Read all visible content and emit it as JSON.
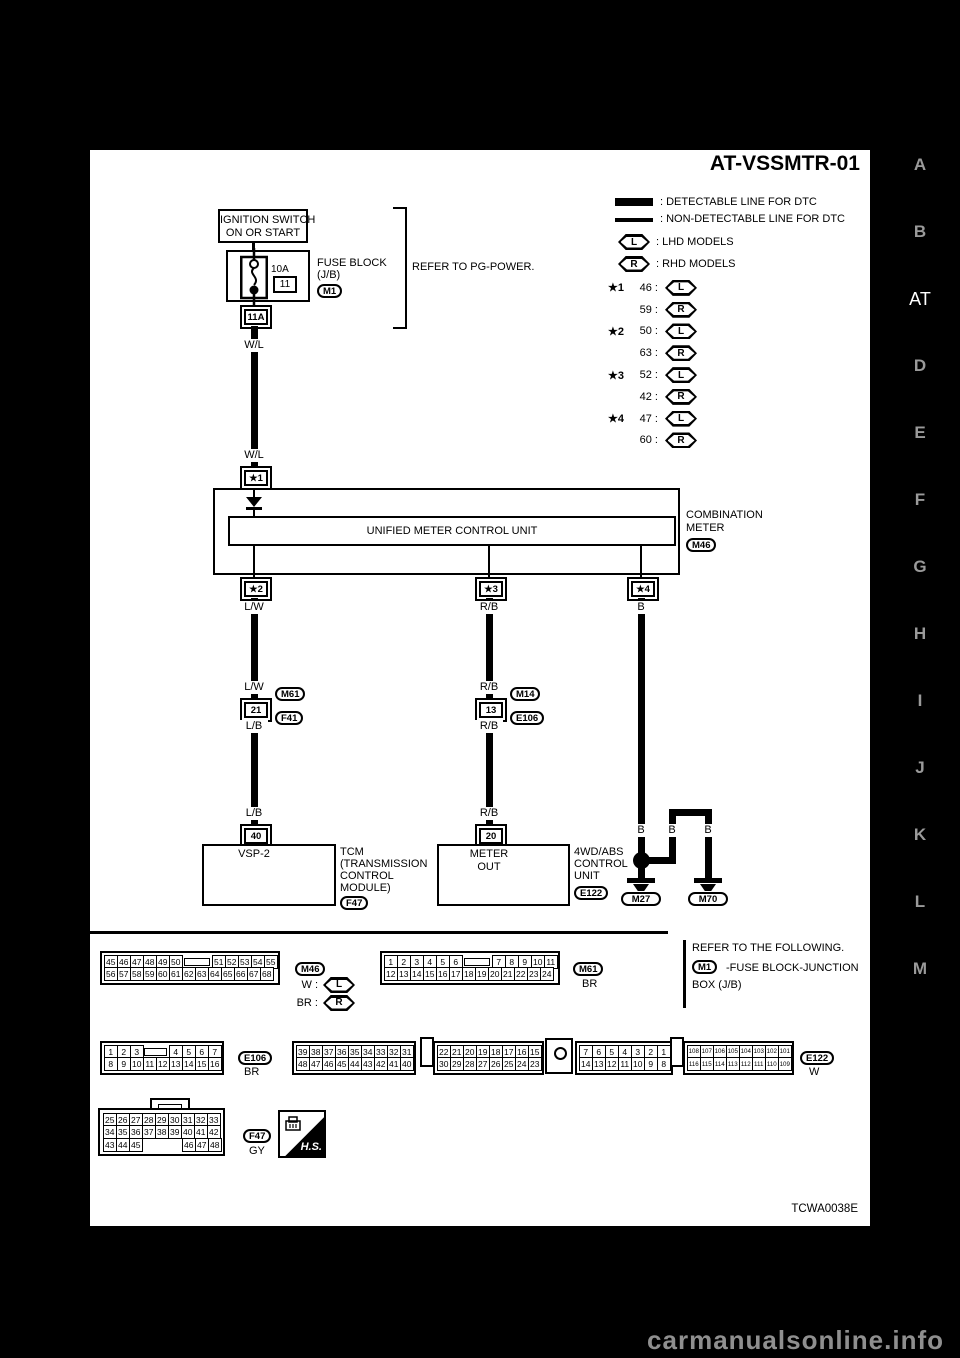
{
  "title": "AT-VSSMTR-01",
  "tabs": [
    "A",
    "B",
    "AT",
    "D",
    "E",
    "F",
    "G",
    "H",
    "I",
    "J",
    "K",
    "L",
    "M"
  ],
  "legend": {
    "detectable": ": DETECTABLE LINE FOR DTC",
    "non_detectable": ": NON-DETECTABLE LINE FOR DTC",
    "lhd_letter": "L",
    "lhd_text": ": LHD MODELS",
    "rhd_letter": "R",
    "rhd_text": ": RHD MODELS",
    "rows": [
      {
        "star": "★1",
        "pin": "46 :",
        "m": "L"
      },
      {
        "star": "",
        "pin": "59 :",
        "m": "R"
      },
      {
        "star": "★2",
        "pin": "50 :",
        "m": "L"
      },
      {
        "star": "",
        "pin": "63 :",
        "m": "R"
      },
      {
        "star": "★3",
        "pin": "52 :",
        "m": "L"
      },
      {
        "star": "",
        "pin": "42 :",
        "m": "R"
      },
      {
        "star": "★4",
        "pin": "47 :",
        "m": "L"
      },
      {
        "star": "",
        "pin": "60 :",
        "m": "R"
      }
    ]
  },
  "top": {
    "ignition_line1": "IGNITION SWITCH",
    "ignition_line2": "ON OR START",
    "fuse_amp": "10A",
    "fuse_no": "11",
    "fuse_block1": "FUSE BLOCK",
    "fuse_block2": "(J/B)",
    "fuse_conn": "M1",
    "conn_11a": "11A",
    "refer_pg": "REFER TO PG-POWER.",
    "wire_wl": "W/L"
  },
  "meter": {
    "star1": "★1",
    "star2": "★2",
    "star3": "★3",
    "star4": "★4",
    "unit": "UNIFIED METER CONTROL UNIT",
    "name1": "COMBINATION",
    "name2": "METER",
    "conn": "M46"
  },
  "branch_left": {
    "wire_upper": "L/W",
    "wire_lower": "L/B",
    "pin": "21",
    "conn_up": "M61",
    "conn_dn": "F41",
    "term": "40",
    "term_label": "VSP-2",
    "box_line1": "TCM",
    "box_line2": "(TRANSMISSION",
    "box_line3": "CONTROL",
    "box_line4": "MODULE)",
    "conn": "F47"
  },
  "branch_mid": {
    "wire": "R/B",
    "pin": "13",
    "conn_up": "M14",
    "conn_dn": "E106",
    "term": "20",
    "term_label1": "METER",
    "term_label2": "OUT",
    "box_line1": "4WD/ABS",
    "box_line2": "CONTROL",
    "box_line3": "UNIT",
    "conn": "E122"
  },
  "branch_right": {
    "wire": "B",
    "gnd_left": "M27",
    "gnd_right": "M70"
  },
  "footer": {
    "refer1": "REFER TO THE FOLLOWING.",
    "refer_conn": "M1",
    "refer2": "-FUSE BLOCK-JUNCTION",
    "refer3": "BOX (J/B)",
    "code": "TCWA0038E",
    "watermark": "carmanualsonline.info",
    "hs": "H.S."
  },
  "connectors": {
    "m46": {
      "label": "M46",
      "c1": "W :",
      "c2": "BR :",
      "m1": "L",
      "m2": "R",
      "r1a": [
        "45",
        "46",
        "47",
        "48",
        "49",
        "50"
      ],
      "r1b": [
        "51",
        "52",
        "53",
        "54",
        "55"
      ],
      "r2": [
        "56",
        "57",
        "58",
        "59",
        "60",
        "61",
        "62",
        "63",
        "64",
        "65",
        "66",
        "67",
        "68"
      ]
    },
    "m61": {
      "label": "M61",
      "color": "BR",
      "r1a": [
        "1",
        "2",
        "3",
        "4",
        "5",
        "6"
      ],
      "r1b": [
        "7",
        "8",
        "9",
        "10",
        "11"
      ],
      "r2": [
        "12",
        "13",
        "14",
        "15",
        "16",
        "17",
        "18",
        "19",
        "20",
        "21",
        "22",
        "23",
        "24"
      ]
    },
    "e106": {
      "label": "E106",
      "color": "BR",
      "r1a": [
        "1",
        "2",
        "3"
      ],
      "r1b": [
        "4",
        "5",
        "6",
        "7"
      ],
      "r2": [
        "8",
        "9",
        "10",
        "11",
        "12",
        "13",
        "14",
        "15",
        "16"
      ]
    },
    "e122": {
      "label": "E122",
      "color": "W",
      "a1": [
        "39",
        "38",
        "37",
        "36",
        "35",
        "34",
        "33",
        "32",
        "31"
      ],
      "a2": [
        "48",
        "47",
        "46",
        "45",
        "44",
        "43",
        "42",
        "41",
        "40"
      ],
      "b1": [
        "22",
        "21",
        "20",
        "19",
        "18",
        "17",
        "16",
        "15"
      ],
      "b2": [
        "30",
        "29",
        "28",
        "27",
        "26",
        "25",
        "24",
        "23"
      ],
      "c1": [
        "7",
        "6",
        "5",
        "4",
        "3",
        "2",
        "1"
      ],
      "c2": [
        "14",
        "13",
        "12",
        "11",
        "10",
        "9",
        "8"
      ],
      "d1": [
        "108",
        "107",
        "106",
        "105",
        "104",
        "103",
        "102",
        "101"
      ],
      "d2": [
        "116",
        "115",
        "114",
        "113",
        "112",
        "111",
        "110",
        "109"
      ]
    },
    "f47": {
      "label": "F47",
      "color": "GY",
      "r1": [
        "25",
        "26",
        "27",
        "28",
        "29",
        "30",
        "31",
        "32",
        "33"
      ],
      "r2": [
        "34",
        "35",
        "36",
        "37",
        "38",
        "39",
        "40",
        "41",
        "42"
      ],
      "r3a": [
        "43",
        "44",
        "45"
      ],
      "r3b": [
        "46",
        "47",
        "48"
      ]
    }
  }
}
